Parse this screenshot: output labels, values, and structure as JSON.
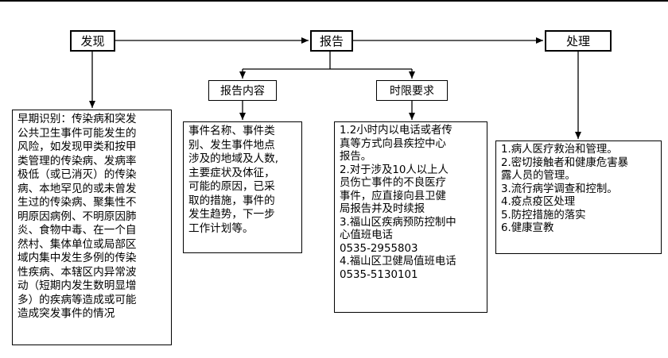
{
  "nodes": {
    "discover": "发现",
    "report": "报告",
    "handle": "处理",
    "report_content": "报告内容",
    "time_requirement": "时限要求"
  },
  "texts": {
    "discover_detail": "早期识别：传染病和突发\n公共卫生事件可能发生的\n风险，如发现甲类和按甲\n类管理的传染病、发病率\n极低（或已消灭）的传染\n病、本地罕见的或未曾发\n生过的传染病、聚集性不\n明原因病例、不明原因肺\n炎、食物中毒、在一个自\n然村、集体单位或局部区\n域内集中发生多例的传染\n性疾病、本辖区内异常波\n动（短期内发生数明显增\n多）的疾病等造成或可能\n造成突发事件的情况",
    "report_content_detail": "事件名称、事件类\n别、发生事件地点\n涉及的地域及人数,\n主要症状及体征，\n可能的原因，已采\n取的措施，事件的\n发生趋势，下一步\n工作计划等。",
    "time_requirement_detail": "1.2小时内以电话或者传\n真等方式向县疾控中心\n报告。\n2.对于涉及10人以上人\n员伤亡事件的不良医疗\n事件，应直接向县卫健\n局报告并及时续报\n3.福山区疾病预防控制中\n心值班电话\n0535-2955803\n4.福山区卫健局值班电话\n0535-5130101",
    "handle_detail": "1.病人医疗救治和管理。\n2.密切接触者和健康危害暴\n露人员的管理。\n3.流行病学调查和控制。\n4.疫点疫区处理\n5.防控措施的落实\n6.健康宣教"
  }
}
